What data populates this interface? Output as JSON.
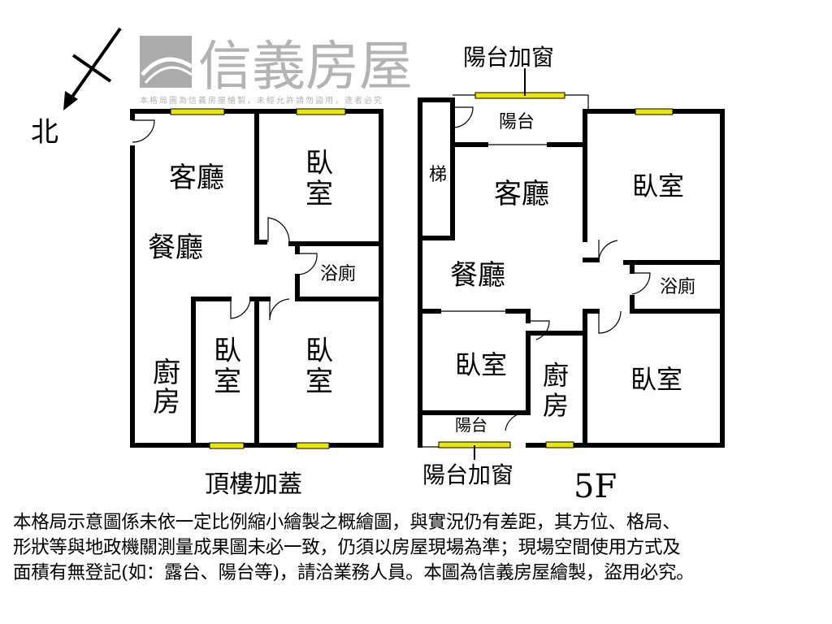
{
  "compass": {
    "north_label": "北"
  },
  "left_plan": {
    "caption": "頂樓加蓋",
    "rooms": {
      "living": "客廳",
      "dining": "餐廳",
      "bedroom_top": [
        "臥",
        "室"
      ],
      "bath": "浴廁",
      "kitchen": [
        "廚",
        "房"
      ],
      "bedroom_mid": [
        "臥",
        "室"
      ],
      "bedroom_right": [
        "臥",
        "室"
      ]
    }
  },
  "right_plan": {
    "caption": "5F",
    "top_window_label": "陽台加窗",
    "bottom_window_label": "陽台加窗",
    "rooms": {
      "balcony_top": "陽台",
      "stairs": "梯",
      "living": "客廳",
      "dining": "餐廳",
      "bedroom_tr": "臥室",
      "bath": "浴廁",
      "bedroom_bl": "臥室",
      "kitchen": [
        "廚",
        "房"
      ],
      "bedroom_br": "臥室",
      "balcony_bottom": "陽台"
    }
  },
  "watermark": {
    "brand": "信義房屋",
    "notice": "本格局圖為信義房屋繪製，未經允許請勿盜用，違者必究"
  },
  "disclaimer": [
    "本格局示意圖係未依一定比例縮小繪製之概繪圖，與實況仍有差距，其方位、格局、",
    "形狀等與地政機關測量成果圖未必一致，仍須以房屋現場為準；現場空間使用方式及",
    "面積有無登記(如：露台、陽台等)，請洽業務人員。本圖為信義房屋繪製，盜用必究。"
  ],
  "colors": {
    "wall": "#000000",
    "window": "#e8e800",
    "watermark": "#9a9a9a"
  }
}
